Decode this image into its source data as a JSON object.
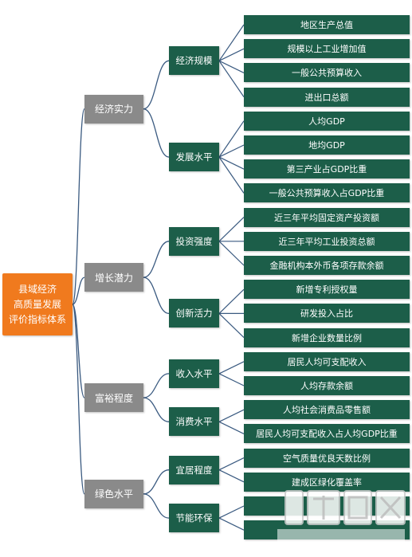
{
  "root": {
    "lines": [
      "县域经济",
      "高质量发展",
      "评价指标体系"
    ]
  },
  "categories": [
    {
      "label": "经济实力",
      "groups": [
        {
          "label": "经济规模",
          "items": [
            "地区生产总值",
            "规模以上工业增加值",
            "一般公共预算收入",
            "进出口总额"
          ]
        },
        {
          "label": "发展水平",
          "items": [
            "人均GDP",
            "地均GDP",
            "第三产业占GDP比重",
            "一般公共预算收入占GDP比重"
          ]
        }
      ]
    },
    {
      "label": "增长潜力",
      "groups": [
        {
          "label": "投资强度",
          "items": [
            "近三年平均固定资产投资额",
            "近三年平均工业投资总额",
            "金融机构本外币各项存款余额"
          ]
        },
        {
          "label": "创新活力",
          "items": [
            "新增专利授权量",
            "研发投入占比",
            "新增企业数量比例"
          ]
        }
      ]
    },
    {
      "label": "富裕程度",
      "groups": [
        {
          "label": "收入水平",
          "items": [
            "居民人均可支配收入",
            "人均存款余额"
          ]
        },
        {
          "label": "消费水平",
          "items": [
            "人均社会消费品零售额",
            "居民人均可支配收入占人均GDP比重"
          ]
        }
      ]
    },
    {
      "label": "绿色水平",
      "groups": [
        {
          "label": "宜居程度",
          "items": [
            "空气质量优良天数比例",
            "建成区绿化覆盖率"
          ]
        },
        {
          "label": "节能环保",
          "items": [
            "",
            ""
          ]
        }
      ]
    }
  ],
  "colors": {
    "root": "#f07a1e",
    "category": "#8a8a8a",
    "group": "#1c5e49",
    "item": "#1c5e49",
    "connector": "#3a5a80"
  }
}
